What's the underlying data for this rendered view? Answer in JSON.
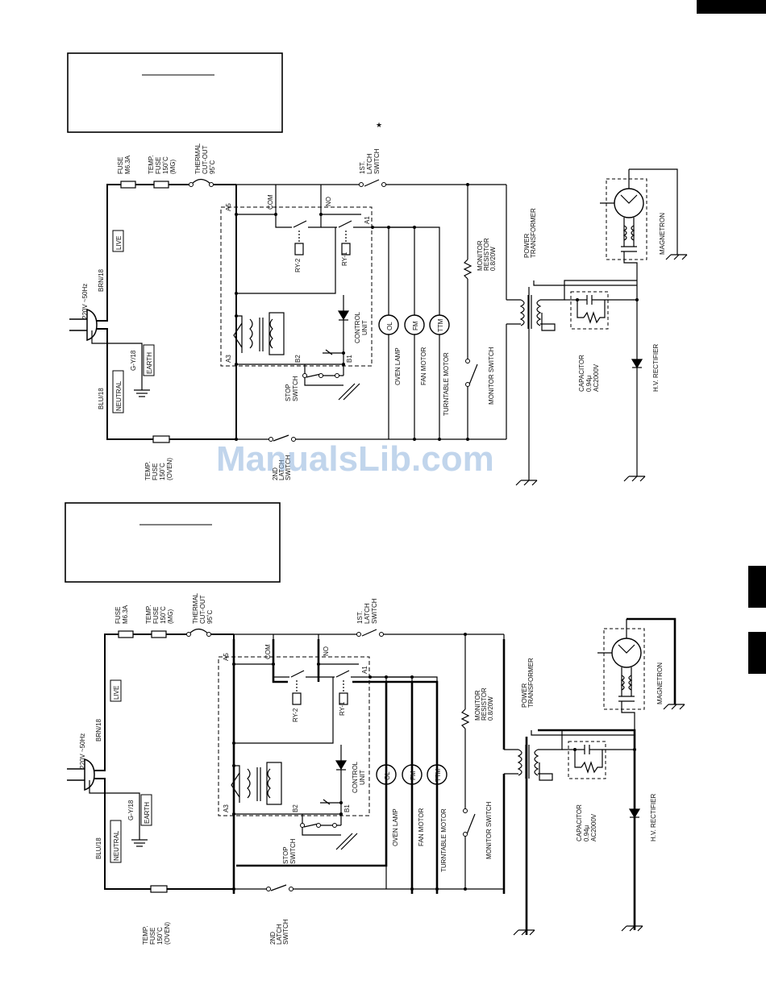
{
  "watermark": "ManualsLib.com",
  "star": "★",
  "labels": {
    "supply": "220V ~50Hz",
    "brn": "BRN/18",
    "live": "LIVE",
    "blu": "BLU/18",
    "neutral": "NEUTRAL",
    "gy": "G-Y/18",
    "earth": "EARTH",
    "fuse_1": "FUSE",
    "fuse_2": "M6.3A",
    "tf_mg_1": "TEMP.",
    "tf_mg_2": "FUSE",
    "tf_mg_3": "150˚C",
    "tf_mg_4": "(MG)",
    "tco_1": "THERMAL",
    "tco_2": "CUT-OUT",
    "tco_3": "95˚C",
    "tf_ov_1": "TEMP.",
    "tf_ov_2": "FUSE",
    "tf_ov_3": "150˚C",
    "tf_ov_4": "(OVEN)",
    "sw2_1": "2ND",
    "sw2_2": "LATCH",
    "sw2_3": "SWITCH",
    "sw1_1": "1ST.",
    "sw1_2": "LATCH",
    "sw1_3": "SWITCH",
    "a5": "A5",
    "a3": "A3",
    "a1": "A1",
    "com": "COM",
    "no": "NO",
    "ry2": "RY-2",
    "ry1": "RY-1",
    "b1": "B1",
    "b2": "B2",
    "stop_1": "STOP",
    "stop_2": "SWITCH",
    "cu_1": "CONTROL",
    "cu_2": "UNIT",
    "ol": "OL",
    "fm": "FM",
    "ttm": "TTM",
    "oven_lamp": "OVEN LAMP",
    "fan_motor": "FAN MOTOR",
    "tt_motor": "TURNTABLE MOTOR",
    "mon_sw": "MONITOR SWITCH",
    "mr_1": "MONITOR",
    "mr_2": "RESISTOR",
    "mr_3": "0.8/20W",
    "pt_1": "POWER",
    "pt_2": "TRANSFORMER",
    "cap_1": "CAPACITOR",
    "cap_2": "0.94μ",
    "cap_3": "AC2000V",
    "hv": "H.V. RECTIFIER",
    "mag": "MAGNETRON"
  }
}
